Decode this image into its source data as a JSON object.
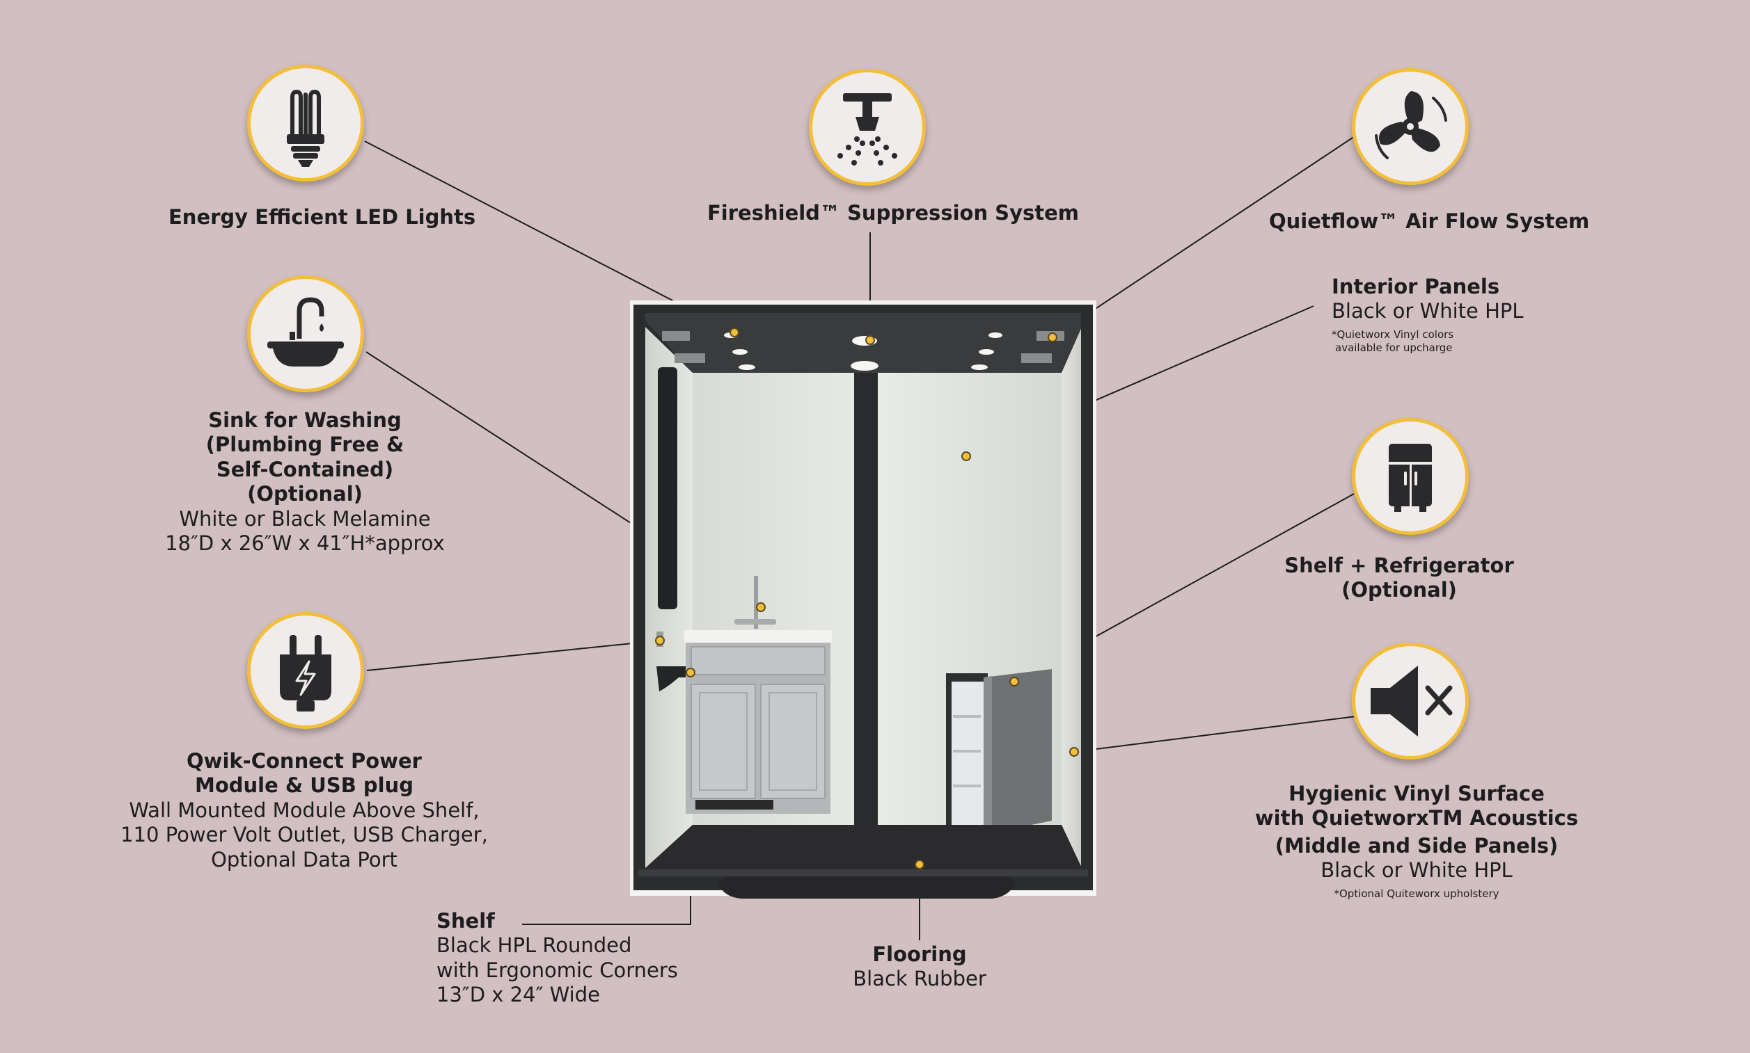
{
  "features": {
    "led": {
      "title": "Energy Efficient LED Lights"
    },
    "fire": {
      "title": "Fireshield™ Suppression System"
    },
    "airflow": {
      "title": "Quietflow™ Air Flow System"
    },
    "panels": {
      "title": "Interior Panels",
      "subtitle": "Black or White HPL",
      "note_1": "*Quietworx Vinyl colors",
      "note_2": "available for upcharge"
    },
    "sink": {
      "title_1": "Sink for Washing",
      "title_2": "(Plumbing Free &",
      "title_3": "Self-Contained)",
      "title_4": "(Optional)",
      "sub_1": "White or Black Melamine",
      "sub_2": "18″D x 26″W x 41″H*approx"
    },
    "fridge": {
      "title_1": "Shelf + Refrigerator",
      "title_2": "(Optional)"
    },
    "power": {
      "title_1": "Qwik-Connect Power",
      "title_2": "Module & USB plug",
      "sub_1": "Wall Mounted Module Above Shelf,",
      "sub_2": "110 Power Volt Outlet, USB Charger,",
      "sub_3": "Optional Data Port"
    },
    "vinyl": {
      "title_1": "Hygienic Vinyl Surface",
      "title_2": "with QuietworxTM Acoustics",
      "title_3": "(Middle and Side Panels)",
      "subtitle": "Black or White HPL",
      "note": "*Optional Quiteworx upholstery"
    },
    "shelf": {
      "title": "Shelf",
      "sub_1": "Black HPL Rounded",
      "sub_2": "with Ergonomic Corners",
      "sub_3": "13″D x 24″ Wide"
    },
    "flooring": {
      "title": "Flooring",
      "subtitle": "Black Rubber"
    }
  },
  "icons": {
    "led": "led-bulb-icon",
    "fire": "sprinkler-icon",
    "airflow": "fan-icon",
    "sink": "sink-icon",
    "fridge": "refrigerator-icon",
    "power": "power-plug-icon",
    "vinyl": "speaker-mute-icon"
  },
  "colors": {
    "background": "#d2bfc1",
    "accent": "#f3bf3a",
    "badge_fill": "#f1ecec",
    "icon": "#2a2a2c"
  }
}
